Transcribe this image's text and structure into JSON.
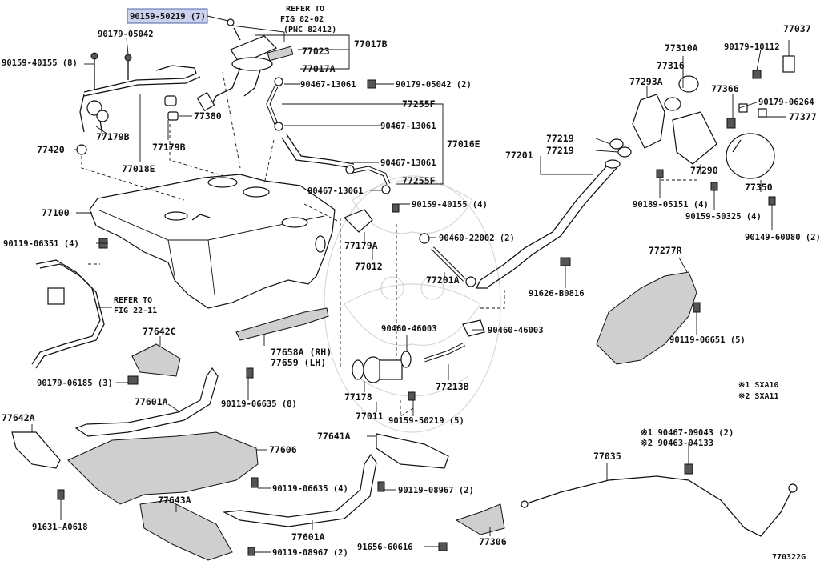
{
  "diagram_id": "770322G",
  "highlight": "90159-50219 (7)",
  "refer_notes": [
    {
      "line1": "REFER TO",
      "line2": "FIG 82-02",
      "line3": "(PNC 82412)"
    },
    {
      "line1": "REFER TO",
      "line2": "FIG 22-11"
    }
  ],
  "legend": [
    "※1 SXA10",
    "※2 SXA11"
  ],
  "labels": {
    "l01": "90159-50219 (7)",
    "l02": "77017B",
    "l03": "77023",
    "l04": "77017A",
    "l05": "90179-05042",
    "l06": "90159-40155 (8)",
    "l07": "77380",
    "l08": "77420",
    "l09": "77179B",
    "l10": "77179B",
    "l11": "77018E",
    "l12": "90467-13061",
    "l13": "90179-05042 (2)",
    "l14": "77255F",
    "l15": "90467-13061",
    "l16": "77016E",
    "l17": "90467-13061",
    "l18": "77255F",
    "l19": "90467-13061",
    "l20": "77100",
    "l21": "90159-40155 (4)",
    "l22": "90119-06351 (4)",
    "l23": "77179A",
    "l24": "90460-22002 (2)",
    "l25": "77012",
    "l26": "77201A",
    "l27": "77642C",
    "l28": "77658A (RH)",
    "l29": "77659 (LH)",
    "l30": "90460-46003",
    "l31": "90460-46003",
    "l32": "90179-06185 (3)",
    "l33": "77178",
    "l34": "77213B",
    "l35": "77601A",
    "l36": "90119-06635 (8)",
    "l37": "77011",
    "l38": "90159-50219 (5)",
    "l39": "77642A",
    "l40": "77606",
    "l41": "77641A",
    "l42": "90119-06635 (4)",
    "l43": "90119-08967 (2)",
    "l44": "77643A",
    "l45": "91631-A0618",
    "l46": "77601A",
    "l47": "90119-08967 (2)",
    "l48": "91656-60616",
    "l49": "77306",
    "l50": "77035",
    "l51": "※1 90467-09043 (2)",
    "l52": "※2 90463-04133",
    "l53": "77037",
    "l54": "90179-10112",
    "l55": "77310A",
    "l56": "77316",
    "l57": "77293A",
    "l58": "77366",
    "l59": "90179-06264",
    "l60": "77377",
    "l61": "77219",
    "l62": "77219",
    "l63": "77201",
    "l64": "77290",
    "l65": "77350",
    "l66": "90189-05151 (4)",
    "l67": "90159-50325 (4)",
    "l68": "90149-60080 (2)",
    "l69": "91626-B0816",
    "l70": "77277R",
    "l71": "90119-06651 (5)"
  }
}
